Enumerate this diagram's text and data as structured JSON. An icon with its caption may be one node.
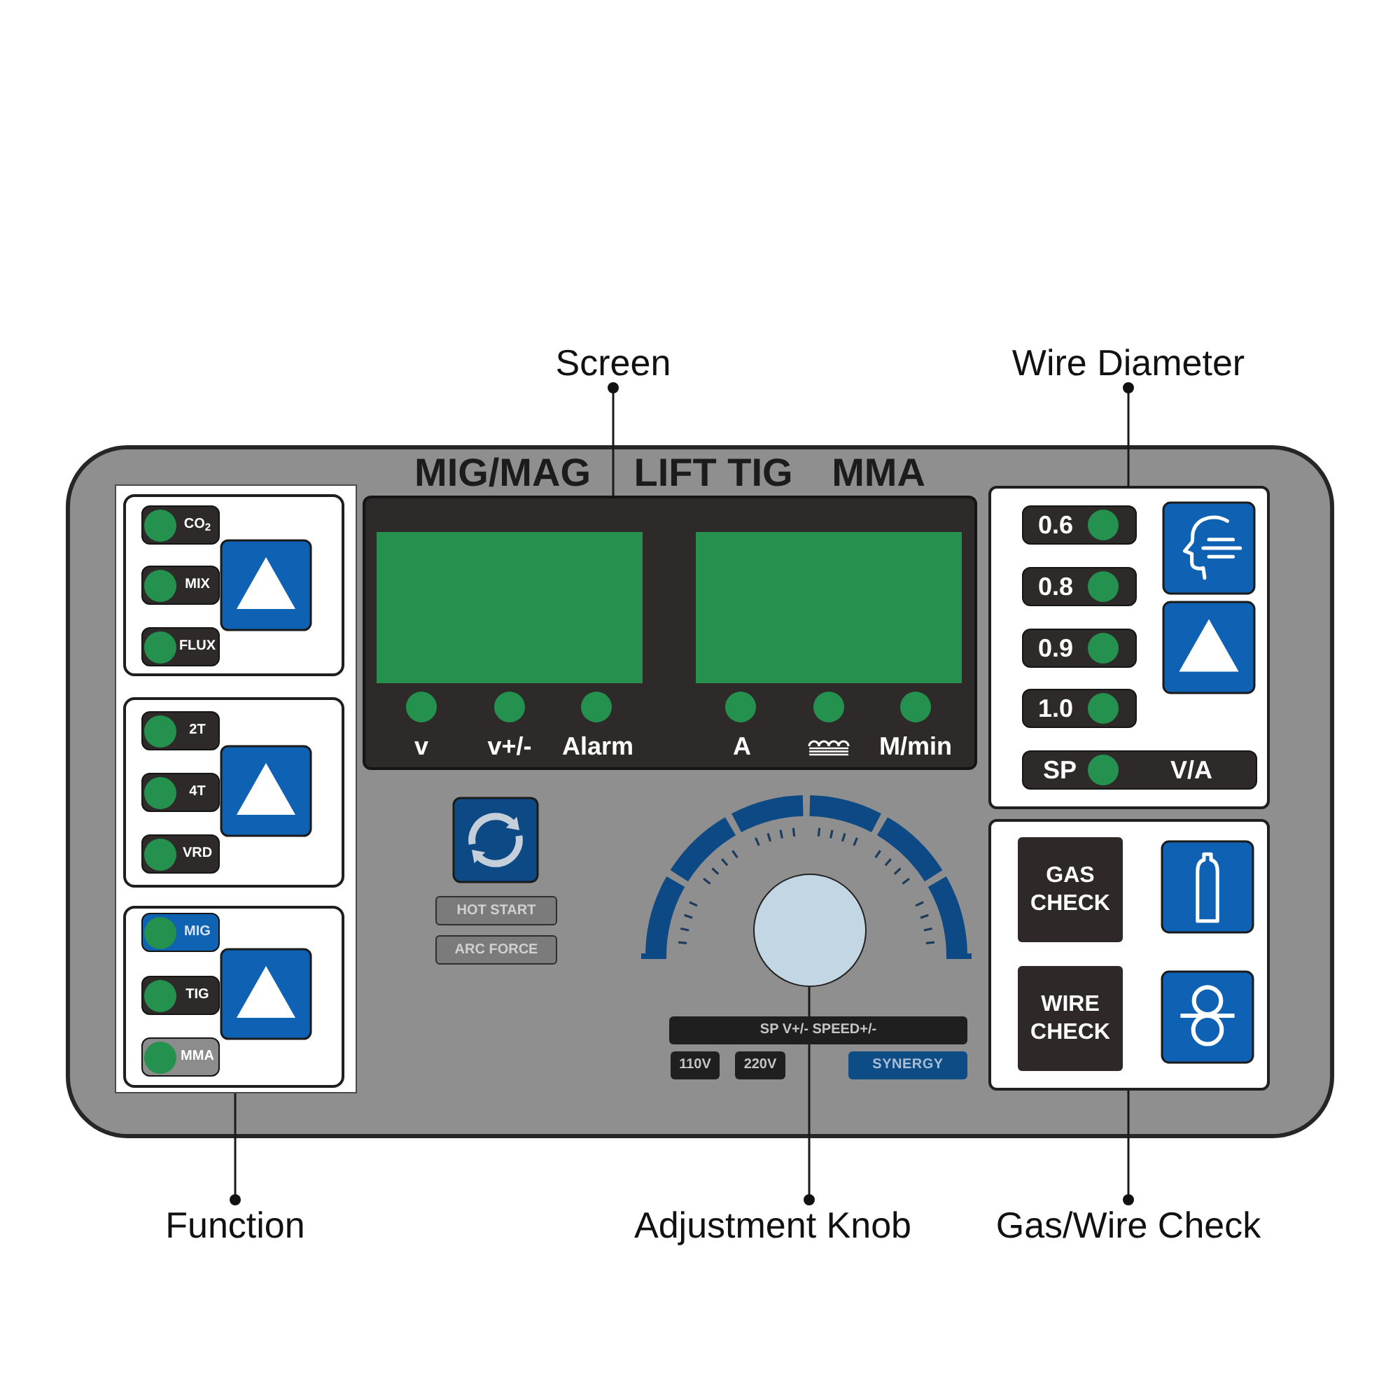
{
  "diagram": {
    "nodes": [
      {
        "text": [
          "Screen"
        ]
      },
      {
        "text": [
          "Wire Diameter"
        ]
      },
      {
        "text": [
          "MIG/MAG",
          "LIFT TIG",
          "MMA"
        ]
      },
      {
        "text": [],
        "shape": "box",
        "in": 2
      },
      {
        "text": [],
        "shape": "box",
        "in": 3
      },
      {
        "text": [
          "CO$_{2}$"
        ],
        "in": 4
      },
      {
        "text": [
          "MIX"
        ],
        "in": 4
      },
      {
        "text": [
          "FLUX"
        ],
        "in": 4
      },
      {
        "text": [],
        "shape": "box",
        "in": 3
      },
      {
        "text": [
          "2T"
        ],
        "in": 8
      },
      {
        "text": [
          "4T"
        ],
        "in": 8
      },
      {
        "text": [
          "VRD"
        ],
        "in": 8
      },
      {
        "text": [],
        "shape": "box",
        "in": 3
      },
      {
        "text": [
          "MIG"
        ],
        "in": 12
      },
      {
        "text": [
          "TIG"
        ],
        "in": 12
      },
      {
        "text": [
          "MMA"
        ],
        "in": 12
      },
      {
        "text": [
          "v",
          "v+/-",
          "Alarm",
          "A",
          "M/min"
        ],
        "in": 2
      },
      {
        "text": [],
        "shape": "box",
        "in": 16
      },
      {
        "text": [],
        "shape": "box",
        "in": 16
      },
      {
        "text": [
          "HOT START"
        ],
        "in": 2
      },
      {
        "text": [
          "ARC FORCE"
        ],
        "in": 2
      },
      {
        "text": [],
        "shape": "circle",
        "in": 2
      },
      {
        "text": [
          "SP V+/- SPEED+/-"
        ],
        "in": 2
      },
      {
        "text": [
          "110V"
        ],
        "in": 2
      },
      {
        "text": [
          "220V"
        ],
        "in": 2
      },
      {
        "text": [
          "SYNERGY"
        ],
        "in": 2
      },
      {
        "text": [],
        "shape": "box",
        "in": 2
      },
      {
        "text": [
          "0.6"
        ],
        "in": 26
      },
      {
        "text": [
          "0.8"
        ],
        "in": 26
      },
      {
        "text": [
          "0.9"
        ],
        "in": 26
      },
      {
        "text": [
          "1.0"
        ],
        "in": 26
      },
      {
        "text": [
          "SP",
          "V/A"
        ],
        "in": 26
      },
      {
        "text": [],
        "shape": "box",
        "in": 2
      },
      {
        "text": [
          "GAS CHECK"
        ],
        "in": 32
      },
      {
        "text": [
          "WIRE CHECK"
        ],
        "in": 32
      },
      {
        "text": [
          "Function"
        ]
      },
      {
        "text": [
          "Adjustment Knob"
        ]
      },
      {
        "text": [
          "Gas/Wire Check"
        ]
      }
    ],
    "edges": [
      {
        "from": 0,
        "to": 16,
        "arrow": "other"
      },
      {
        "from": 1,
        "to": 26,
        "arrow": "other"
      },
      {
        "from": 35,
        "to": 3,
        "arrow": "other"
      },
      {
        "from": 36,
        "to": 21,
        "arrow": "other"
      },
      {
        "from": 37,
        "to": 32,
        "arrow": "other"
      }
    ]
  }
}
